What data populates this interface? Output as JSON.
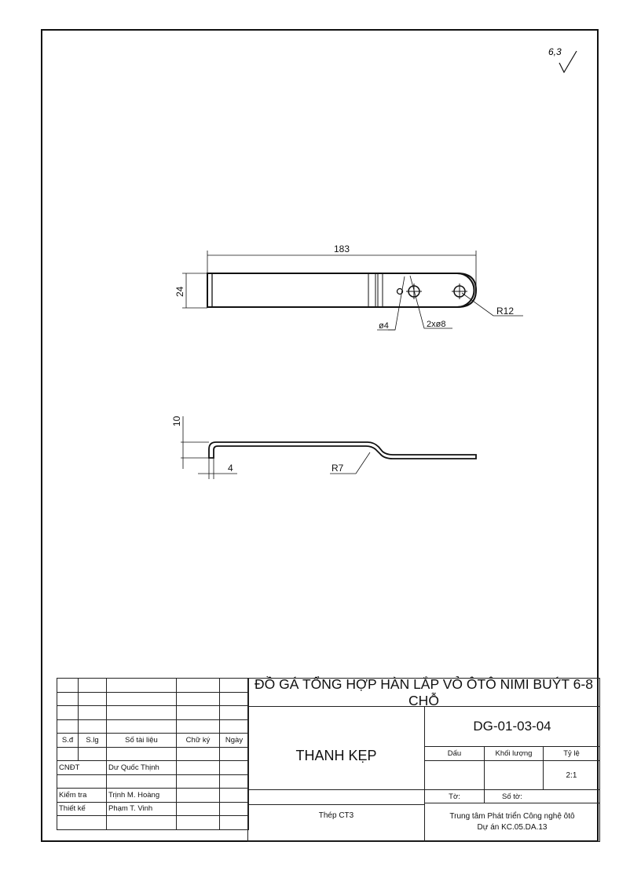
{
  "drawing": {
    "surface_roughness": "6,3",
    "top_view": {
      "length_dim": "183",
      "width_dim": "24",
      "small_hole": "ø4",
      "holes": "2xø8",
      "end_radius": "R12"
    },
    "side_view": {
      "height_dim": "10",
      "thickness_dim": "4",
      "bend_radius": "R7"
    }
  },
  "title_block": {
    "project_title": "ĐỒ GÁ TỔNG HỢP HÀN LẮP VỎ ÔTÔ NIMI BUÝT 6-8 CHỖ",
    "part_name": "THANH KẸP",
    "drawing_number": "DG-01-03-04",
    "material": "Thép CT3",
    "columns": {
      "sd": "S.đ",
      "slg": "S.lg",
      "doc_no": "Số tài liệu",
      "signature": "Chữ ký",
      "date": "Ngày"
    },
    "roles": [
      {
        "role": "CNĐT",
        "name": "Dư Quốc Thịnh"
      },
      {
        "role": "",
        "name": ""
      },
      {
        "role": "Kiểm tra",
        "name": "Trịnh M. Hoàng"
      },
      {
        "role": "Thiết kế",
        "name": "Phạm T. Vinh"
      },
      {
        "role": "",
        "name": ""
      }
    ],
    "stamp_label": "Dấu",
    "mass_label": "Khối lượng",
    "scale_label": "Tỷ lệ",
    "scale_value": "2:1",
    "sheet_label": "Tờ:",
    "sheets_label": "Số tờ:",
    "organization": "Trung tâm Phát triển Công nghệ ôtô",
    "project_code": "Dự án KC.05.DA.13"
  }
}
